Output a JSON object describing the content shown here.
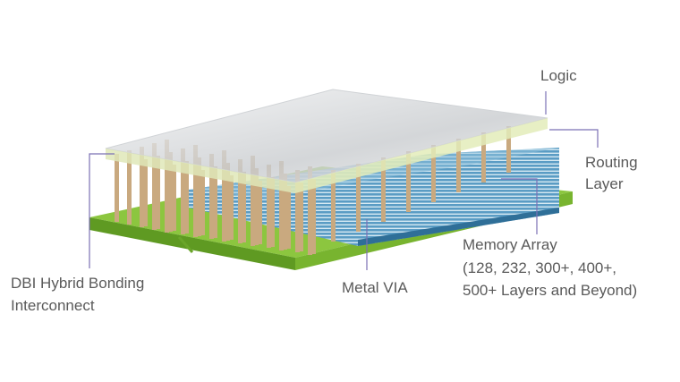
{
  "labels": {
    "logic": "Logic",
    "routing_line1": "Routing",
    "routing_line2": "Layer",
    "memory_line1": "Memory Array",
    "memory_line2": "(128, 232, 300+, 400+,",
    "memory_line3": "500+ Layers and Beyond)",
    "metal_via": "Metal VIA",
    "dbi_line1": "DBI Hybrid Bonding",
    "dbi_line2": "Interconnect"
  },
  "colors": {
    "base_green": "#8cc63f",
    "memory_blue": "#4a90b8",
    "pillar": "#c9a97f",
    "leader": "#7b70b5",
    "glass": "#e4e6e8",
    "routing_edge": "#d8e88a"
  }
}
